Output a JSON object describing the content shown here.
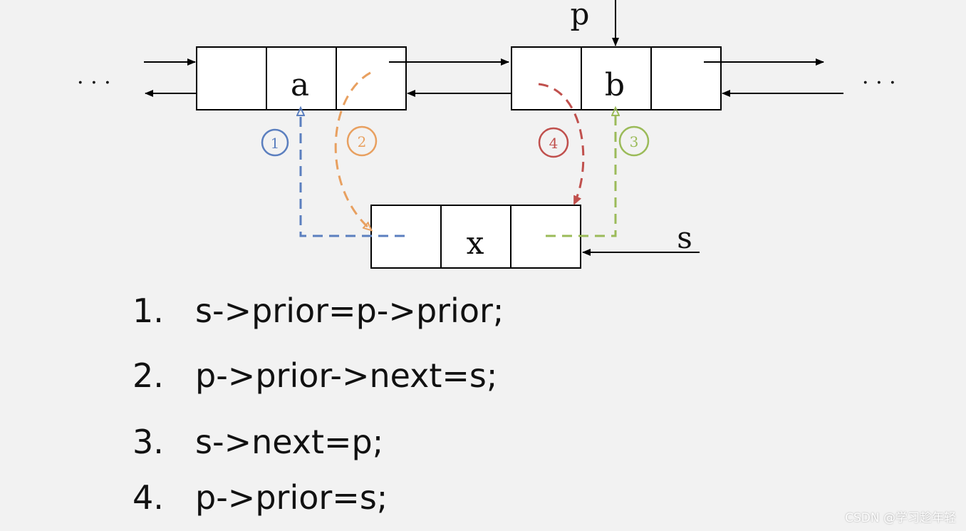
{
  "diagram": {
    "ellipsis_left": "· · ·",
    "ellipsis_right": "· · ·",
    "node_a_label": "a",
    "node_b_label": "b",
    "node_x_label": "x",
    "pointer_p": "p",
    "pointer_s": "s",
    "steps": [
      {
        "number": "1",
        "color": "#5b7fbf"
      },
      {
        "number": "2",
        "color": "#e8a060"
      },
      {
        "number": "3",
        "color": "#9bbb59"
      },
      {
        "number": "4",
        "color": "#c0504d"
      }
    ]
  },
  "code": [
    {
      "number": "1.",
      "text": "s->prior=p->prior;"
    },
    {
      "number": "2.",
      "text": "p->prior->next=s;"
    },
    {
      "number": "3.",
      "text": "s->next=p;"
    },
    {
      "number": "4.",
      "text": "p->prior=s;"
    }
  ],
  "watermark": "CSDN @学习趁年轻"
}
